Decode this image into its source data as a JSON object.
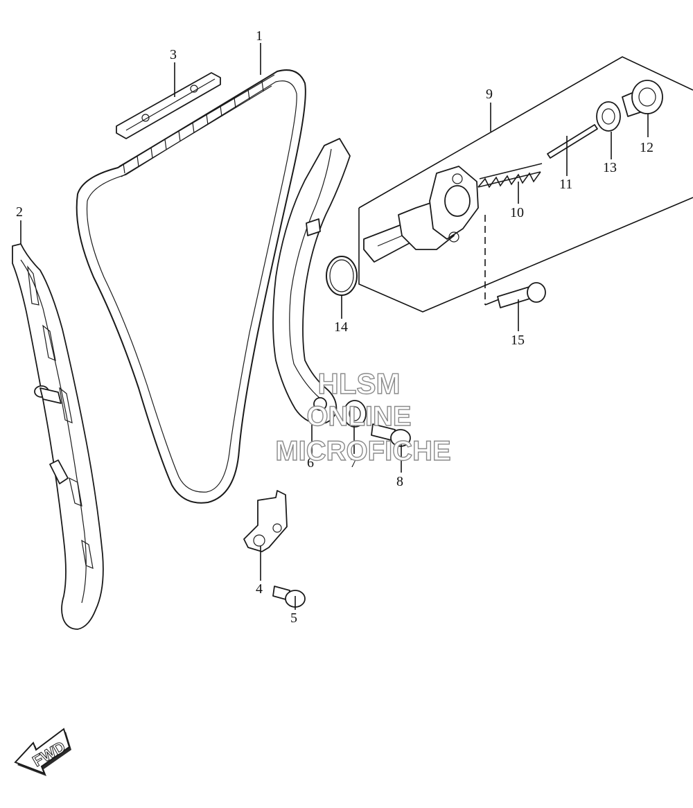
{
  "parts": [
    {
      "id": "1",
      "name": "cam-chain"
    },
    {
      "id": "2",
      "name": "chain-guide-no1"
    },
    {
      "id": "3",
      "name": "chain-guide-no2"
    },
    {
      "id": "4",
      "name": "guide-bracket"
    },
    {
      "id": "5",
      "name": "bracket-bolt"
    },
    {
      "id": "6",
      "name": "tensioner-guide"
    },
    {
      "id": "7",
      "name": "washer"
    },
    {
      "id": "8",
      "name": "guide-bolt"
    },
    {
      "id": "9",
      "name": "tensioner-assembly"
    },
    {
      "id": "10",
      "name": "tensioner-spring"
    },
    {
      "id": "11",
      "name": "tensioner-rod"
    },
    {
      "id": "12",
      "name": "tensioner-cap-bolt"
    },
    {
      "id": "13",
      "name": "gasket"
    },
    {
      "id": "14",
      "name": "o-ring"
    },
    {
      "id": "15",
      "name": "tensioner-bolt"
    }
  ],
  "watermark": {
    "line1": "HLSM",
    "line2": "ONLINE",
    "line3": "MICROFICHE"
  },
  "fwd_arrow": {
    "label": "FWD",
    "icon": "fwd-arrow-icon"
  }
}
